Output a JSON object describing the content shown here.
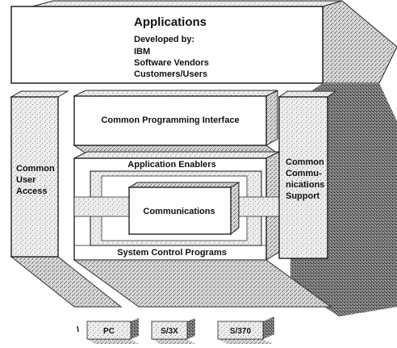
{
  "applications": {
    "title": "Applications",
    "developed_by_label": "Developed by:",
    "developers": [
      "IBM",
      "Software Vendors",
      "Customers/Users"
    ]
  },
  "common_user_access": {
    "lines": [
      "Common",
      "User",
      "Access"
    ]
  },
  "common_programming_interface": {
    "label": "Common Programming Interface"
  },
  "application_enablers": {
    "label": "Application  Enablers"
  },
  "communications": {
    "label": "Communications"
  },
  "system_control_programs": {
    "label": "System Control Programs"
  },
  "common_communications_support": {
    "lines": [
      "Common",
      "Commu-",
      "nications",
      "Support"
    ]
  },
  "platforms": [
    "PC",
    "S/3X",
    "S/370"
  ]
}
